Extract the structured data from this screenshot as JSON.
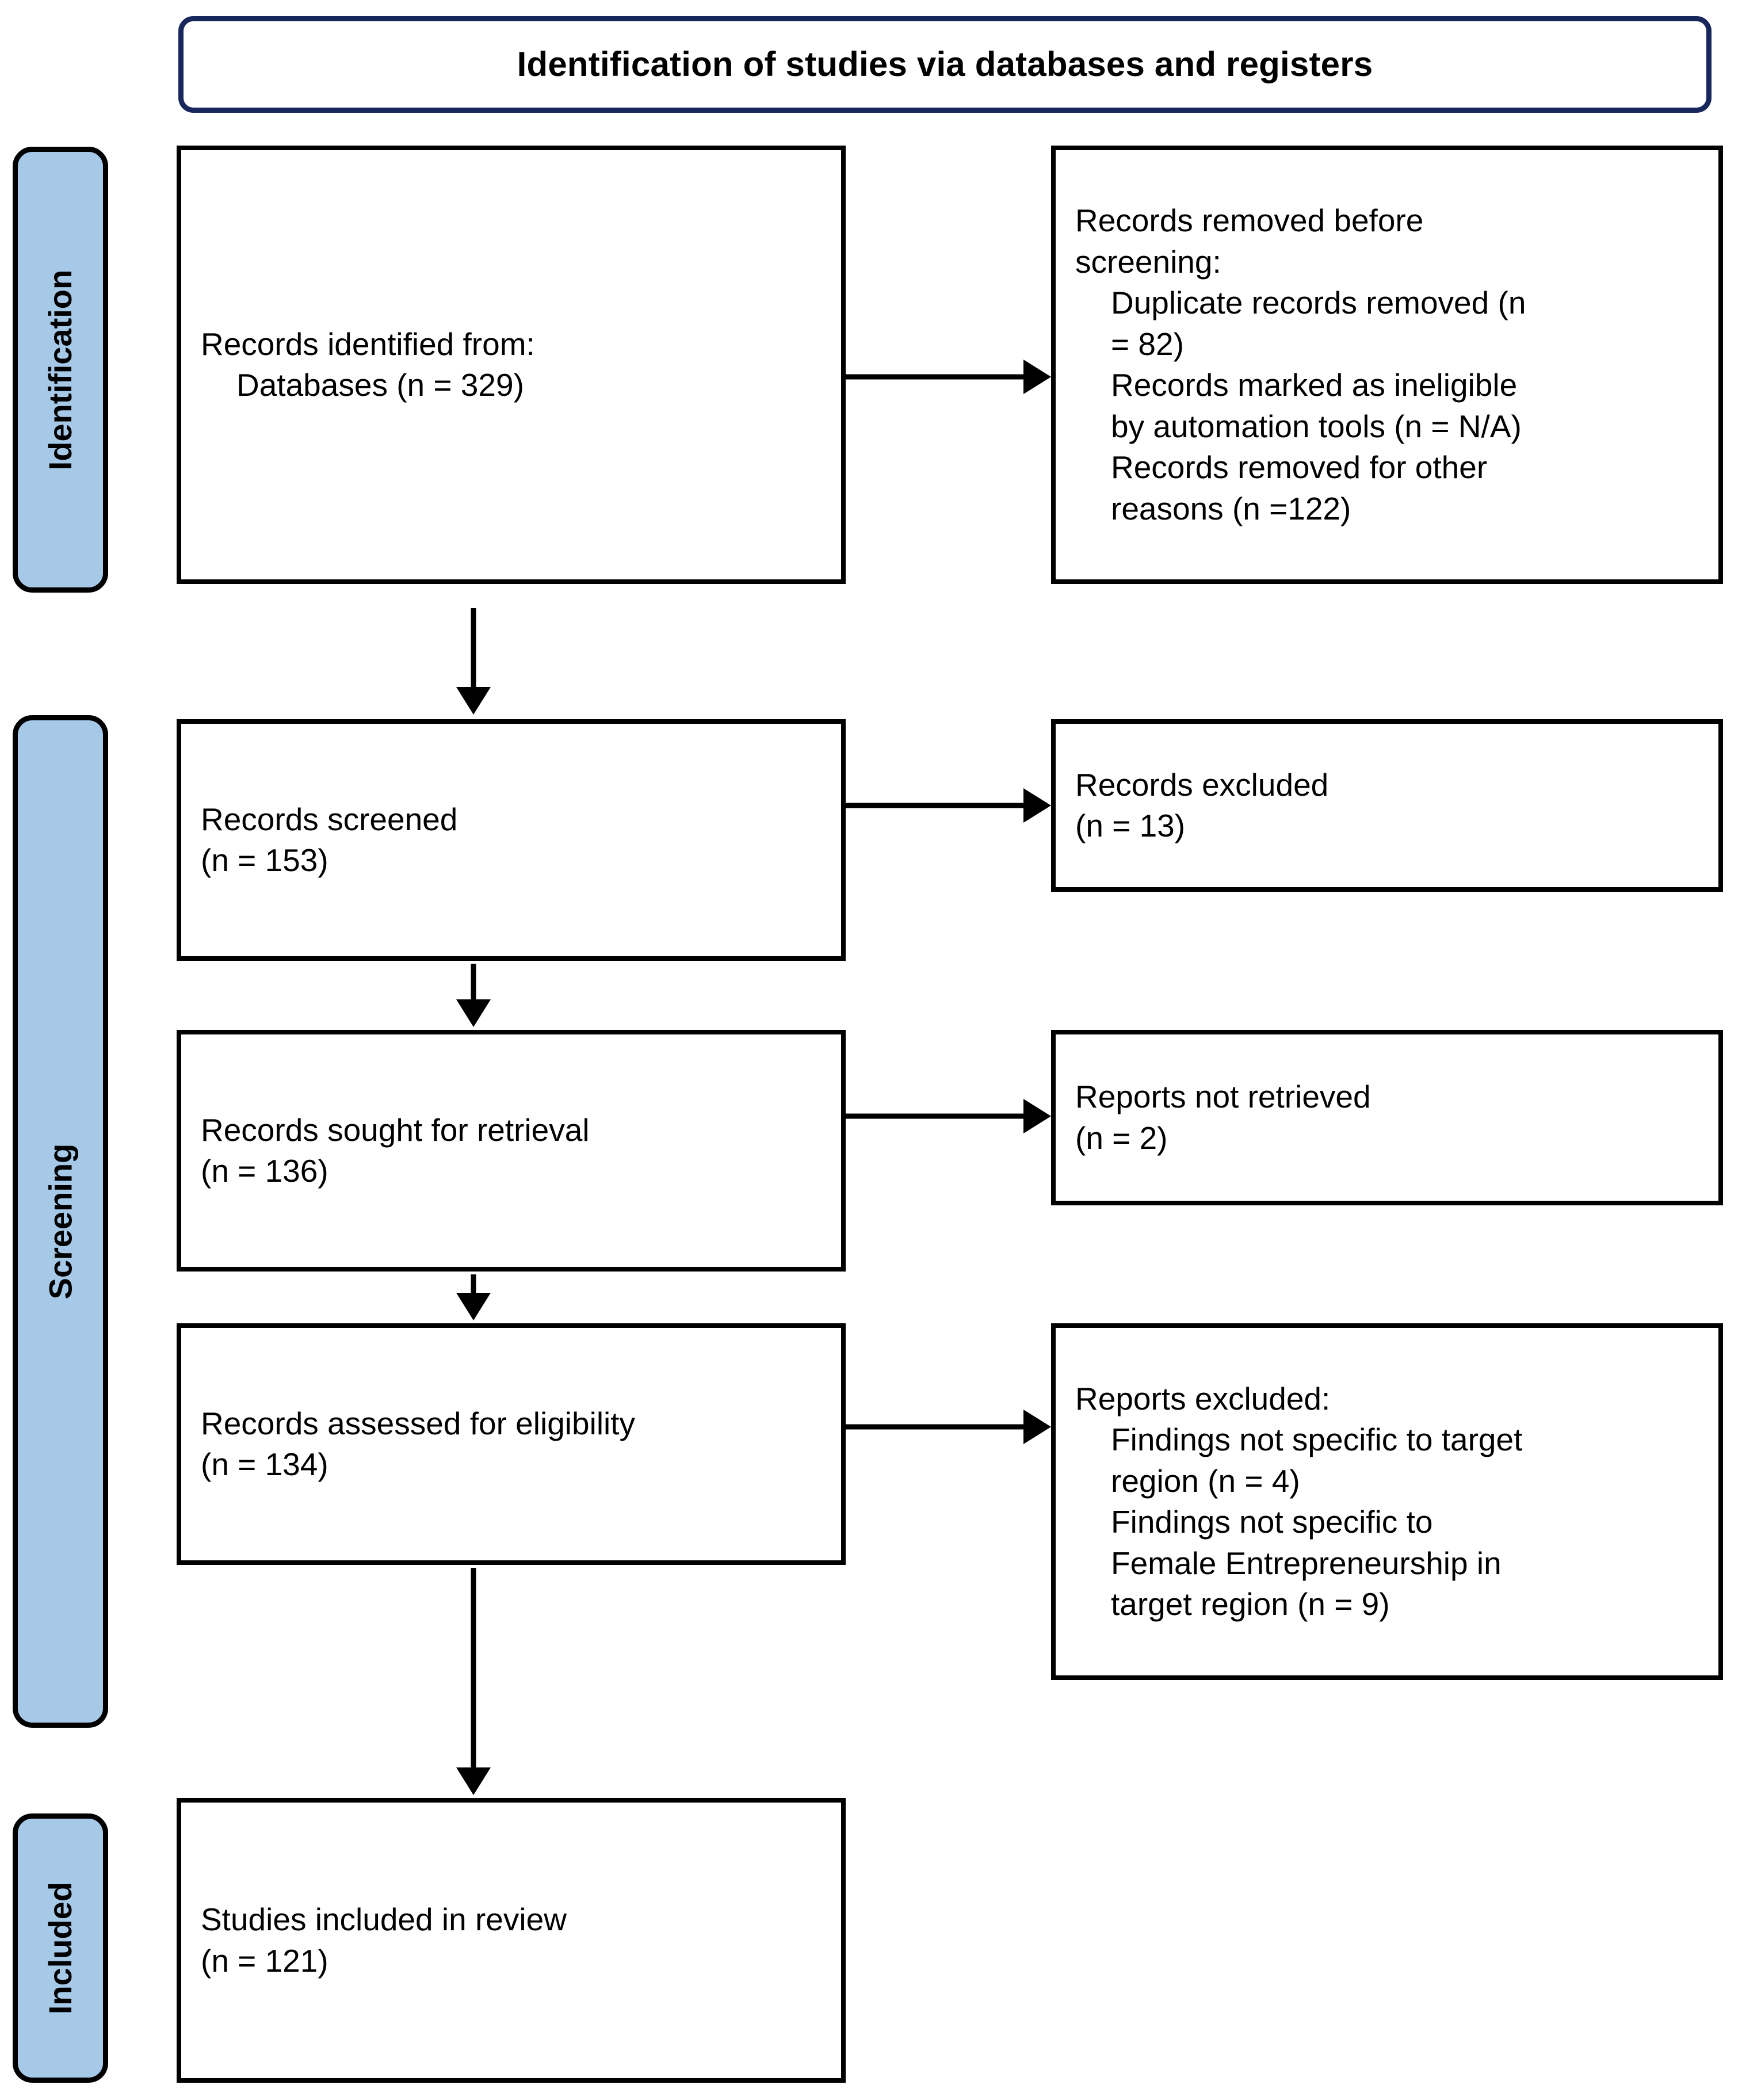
{
  "title": {
    "text": "Identification of studies via databases and registers"
  },
  "stages": [
    {
      "id": "identification",
      "label": "Identification"
    },
    {
      "id": "screening",
      "label": "Screening"
    },
    {
      "id": "included",
      "label": "Included"
    }
  ],
  "boxes": {
    "identified": {
      "line1": "Records identified from:",
      "line2": "Databases (n = 329)"
    },
    "removed_before": {
      "line1": "Records removed ",
      "line1_italic": "before",
      "line2_italic": "screening",
      "line2_rest": ":",
      "line3": "Duplicate records removed (n",
      "line4": "= 82)",
      "line5": "Records marked as ineligible",
      "line6": "by automation tools (n = N/A)",
      "line7": "Records removed for other",
      "line8": "reasons (n =122)"
    },
    "screened": {
      "line1": "Records screened",
      "line2": "(n = 153)"
    },
    "excluded": {
      "line1": "Records excluded",
      "line2": "(n = 13)"
    },
    "sought": {
      "line1": "Records sought for retrieval",
      "line2": "(n = 136)"
    },
    "not_retrieved": {
      "line1": "Reports not retrieved",
      "line2": "(n = 2)"
    },
    "assessed": {
      "line1": "Records assessed for eligibility",
      "line2": "(n = 134)"
    },
    "reports_excluded": {
      "line1": "Reports excluded:",
      "line2": "Findings not specific to target",
      "line3": "region (n = 4)",
      "line4": "Findings not specific to",
      "line5": "Female Entrepreneurship in",
      "line6": "target region (n = 9)"
    },
    "included": {
      "line1": "Studies included in review",
      "line2": "(n = 121)"
    }
  },
  "counts": {
    "databases_identified": 329,
    "duplicates_removed": 82,
    "ineligible_automation": "N/A",
    "removed_other_reasons": 122,
    "records_screened": 153,
    "records_excluded": 13,
    "records_sought": 136,
    "reports_not_retrieved": 2,
    "records_assessed": 134,
    "excluded_not_target_region": 4,
    "excluded_not_female_entrepreneurship": 9,
    "studies_included": 121
  },
  "colors": {
    "title_border": "#17275c",
    "stage_fill": "#a6c9e8",
    "box_border": "#000000",
    "arrow": "#000000",
    "background": "#ffffff"
  },
  "arrows": [
    {
      "id": "identified-to-removed",
      "direction": "right"
    },
    {
      "id": "identified-to-screened",
      "direction": "down"
    },
    {
      "id": "screened-to-excluded",
      "direction": "right"
    },
    {
      "id": "screened-to-sought",
      "direction": "down"
    },
    {
      "id": "sought-to-not-retrieved",
      "direction": "right"
    },
    {
      "id": "sought-to-assessed",
      "direction": "down"
    },
    {
      "id": "assessed-to-reports-excluded",
      "direction": "right"
    },
    {
      "id": "assessed-to-included",
      "direction": "down"
    }
  ]
}
